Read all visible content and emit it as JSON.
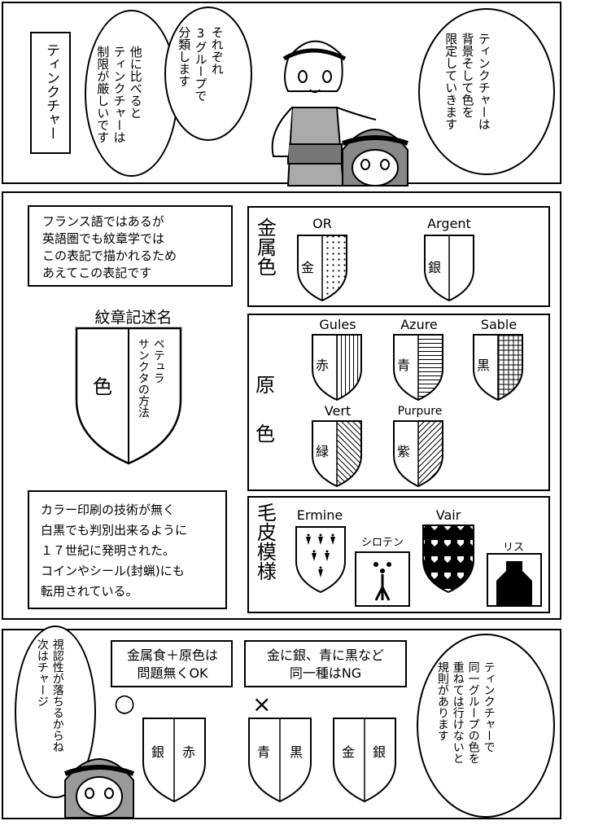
{
  "panel1": {
    "caption_box": "ティンクチャー",
    "bubble_left": [
      "他に比べると",
      "ティンクチャーは",
      "制限が厳しいです"
    ],
    "bubble_middle": [
      "それぞれ",
      "3グループで",
      "分類します"
    ],
    "bubble_right": [
      "ティンクチャーは",
      "背景そして色を",
      "限定していきます"
    ]
  },
  "panel2": {
    "note_bubble": [
      "フランス語ではあるが",
      "英語圏でも紋章学では",
      "この表記で描かれるため",
      "あえてこの表記です"
    ],
    "blazon_title": "紋章記述名",
    "blazon_shield": {
      "left": "色",
      "right": [
        "ペテュラ",
        "サンクタの方法"
      ]
    },
    "history_box": [
      "カラー印刷の技術が無く",
      "白黒でも判別出来るように",
      "１７世紀に発明された。",
      "コインやシール(封蝋)にも",
      "転用されている。"
    ],
    "metals": {
      "group_label": "金属色",
      "items": [
        {
          "name": "OR",
          "jp": "金",
          "pattern": "dots"
        },
        {
          "name": "Argent",
          "jp": "銀",
          "pattern": "plain"
        }
      ]
    },
    "colours": {
      "group_label": "原色",
      "items": [
        {
          "name": "Gules",
          "jp": "赤",
          "pattern": "vertical"
        },
        {
          "name": "Azure",
          "jp": "青",
          "pattern": "horizontal"
        },
        {
          "name": "Sable",
          "jp": "黒",
          "pattern": "grid"
        },
        {
          "name": "Vert",
          "jp": "緑",
          "pattern": "diag-right"
        },
        {
          "name": "Purpure",
          "jp": "紫",
          "pattern": "diag-left"
        }
      ]
    },
    "furs": {
      "group_label": "毛皮模様",
      "items": [
        {
          "name": "Ermine",
          "pattern": "ermine"
        },
        {
          "name": "シロテン",
          "pattern": "ermine-spot"
        },
        {
          "name": "Vair",
          "pattern": "vair"
        },
        {
          "name": "リス",
          "pattern": "vair-bell"
        }
      ]
    }
  },
  "panel3": {
    "bubble_left": [
      "視認性が落ちるからね",
      "次はチャージ"
    ],
    "ok_box": [
      "金属食＋原色は",
      "問題無くOK"
    ],
    "ok_mark": "○",
    "ok_shield": {
      "left": "銀",
      "right": "赤"
    },
    "ng_box": [
      "金に銀、青に黒など",
      "同一種はNG"
    ],
    "ng_mark": "×",
    "ng_shield1": {
      "left": "青",
      "right": "黒"
    },
    "ng_shield2": {
      "left": "金",
      "right": "銀"
    },
    "bubble_right": [
      "ティンクチャーで",
      "同一グループの色を",
      "重ねては行けないと",
      "規則があります"
    ]
  }
}
